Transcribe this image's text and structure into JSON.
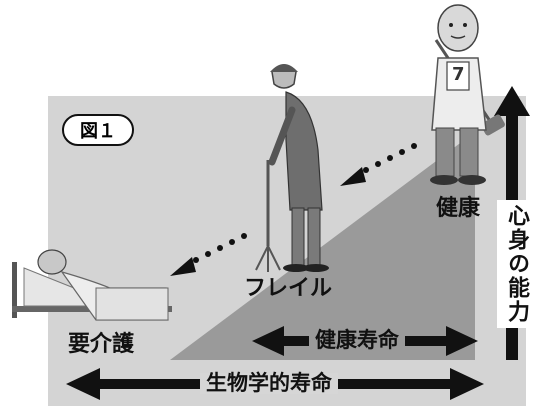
{
  "figure_label": "図１",
  "labels": {
    "healthy": "健康",
    "frail": "フレイル",
    "care_needed": "要介護",
    "healthy_life_expectancy": "健康寿命",
    "biological_life_expectancy": "生物学的寿命",
    "mind_body_ability": "心身の能力"
  },
  "player_number": "7",
  "colors": {
    "background_panel": "#d4d4d4",
    "slope": "#9a9a9a",
    "arrow": "#111111",
    "text": "#111111"
  },
  "icons": [
    "elderly-golfer-illustration",
    "elderly-man-with-cane-illustration",
    "bedridden-person-illustration"
  ]
}
